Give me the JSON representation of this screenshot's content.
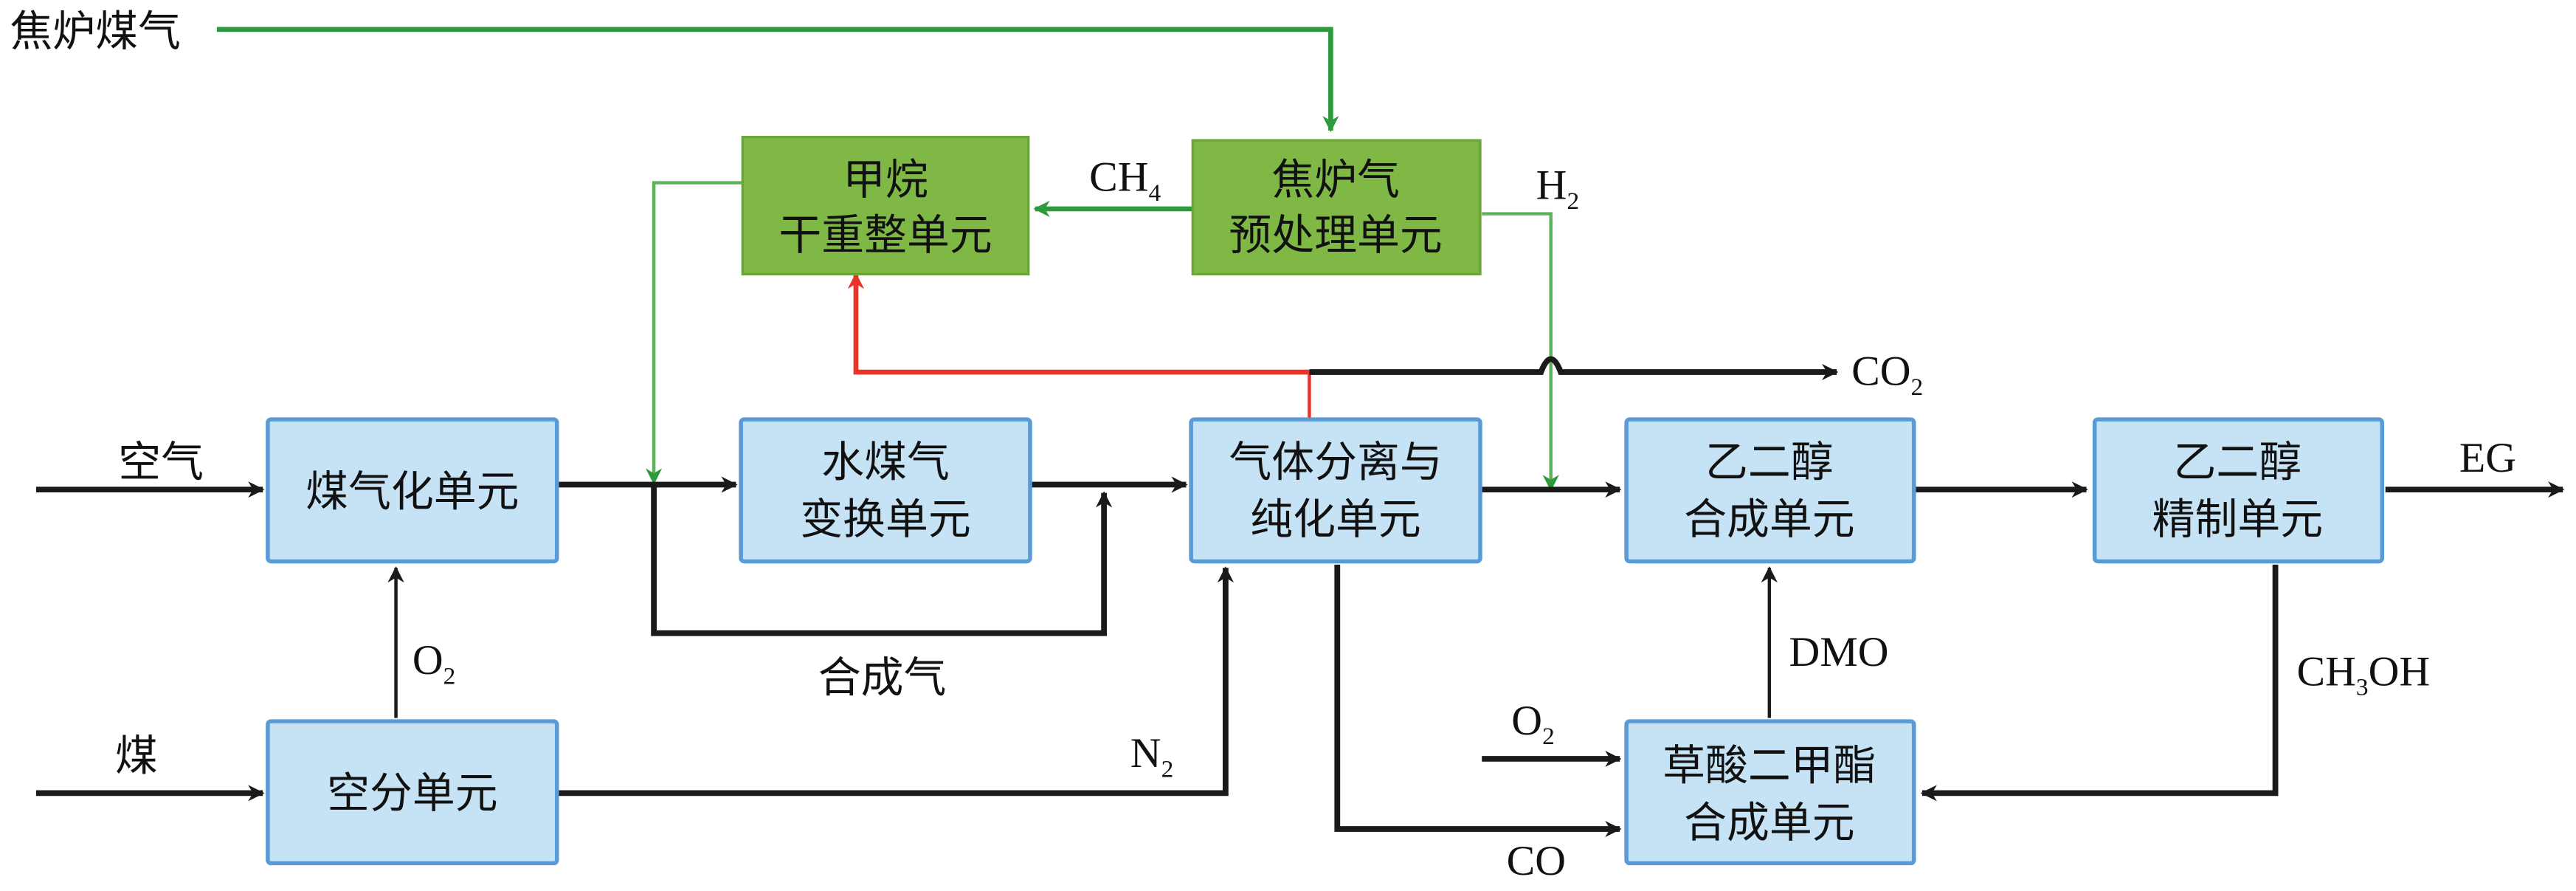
{
  "diagram": {
    "inputs": {
      "coke_oven_gas": "焦炉煤气",
      "air": "空气",
      "coal": "煤"
    },
    "units": {
      "methane_dry_reforming": [
        "甲烷",
        "干重整单元"
      ],
      "coke_gas_pretreatment": [
        "焦炉气",
        "预处理单元"
      ],
      "gasification": [
        "煤气化单元"
      ],
      "water_gas_shift": [
        "水煤气",
        "变换单元"
      ],
      "gas_separation": [
        "气体分离与",
        "纯化单元"
      ],
      "eg_synthesis": [
        "乙二醇",
        "合成单元"
      ],
      "eg_refining": [
        "乙二醇",
        "精制单元"
      ],
      "air_separation": [
        "空分单元"
      ],
      "dmo_synthesis": [
        "草酸二甲酯",
        "合成单元"
      ]
    },
    "streams": {
      "ch4": {
        "main": "CH",
        "sub": "4"
      },
      "h2": {
        "main": "H",
        "sub": "2"
      },
      "co2": {
        "main": "CO",
        "sub": "2"
      },
      "o2_gasifier": {
        "main": "O",
        "sub": "2"
      },
      "o2_dmo": {
        "main": "O",
        "sub": "2"
      },
      "n2": {
        "main": "N",
        "sub": "2"
      },
      "syngas": "合成气",
      "eg": "EG",
      "dmo": "DMO",
      "methanol": {
        "pre": "CH",
        "sub": "3",
        "post": "OH"
      },
      "co": "CO"
    },
    "colors": {
      "process_box": "#c6e2f5",
      "coke_box": "#7fb845",
      "coke_line": "#2e9a3e",
      "co2_recycle": "#e8332a",
      "main_line": "#1a1a1a"
    }
  }
}
